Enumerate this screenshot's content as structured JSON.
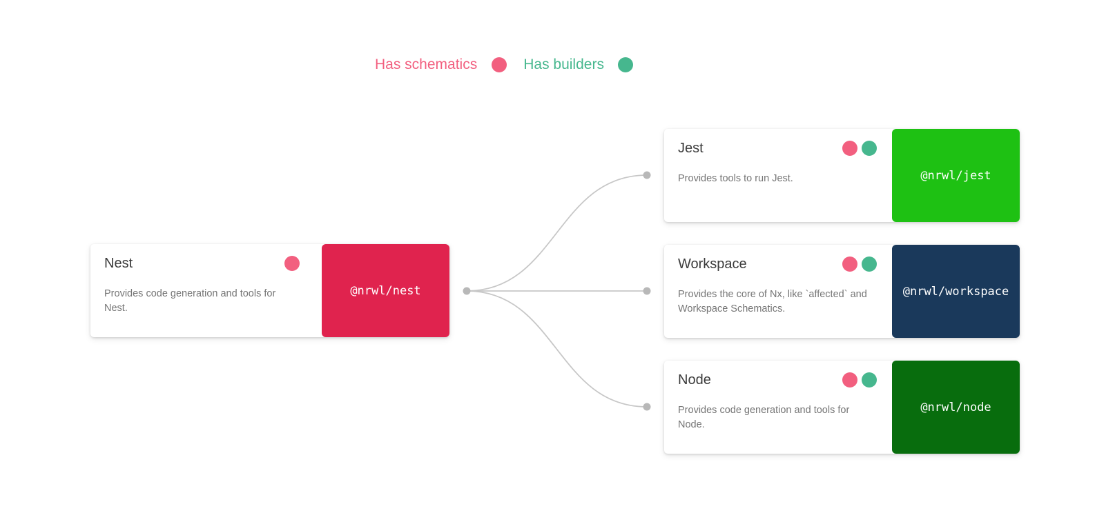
{
  "legend": {
    "items": [
      {
        "key": "schematics",
        "label": "Has schematics",
        "color": "#F25F7F"
      },
      {
        "key": "builders",
        "label": "Has builders",
        "color": "#46B78E"
      }
    ]
  },
  "nodes": {
    "nest": {
      "title": "Nest",
      "description": "Provides code generation and tools for Nest.",
      "package": "@nrwl/nest",
      "color": "#E0234E",
      "has_schematics": true,
      "has_builders": false
    },
    "jest": {
      "title": "Jest",
      "description": "Provides tools to run Jest.",
      "package": "@nrwl/jest",
      "color": "#1EC113",
      "has_schematics": true,
      "has_builders": true
    },
    "workspace": {
      "title": "Workspace",
      "description": "Provides the core of Nx, like `affected` and Workspace Schematics.",
      "package": "@nrwl/workspace",
      "color": "#1A395B",
      "has_schematics": true,
      "has_builders": true
    },
    "node": {
      "title": "Node",
      "description": "Provides code generation and tools for Node.",
      "package": "@nrwl/node",
      "color": "#086D0D",
      "has_schematics": true,
      "has_builders": true
    }
  },
  "edges": [
    {
      "from": "nest",
      "to": "jest"
    },
    {
      "from": "nest",
      "to": "workspace"
    },
    {
      "from": "nest",
      "to": "node"
    }
  ]
}
